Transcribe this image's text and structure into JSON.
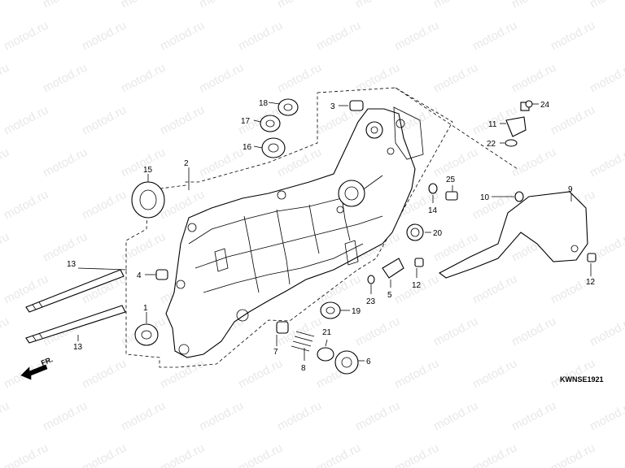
{
  "watermark": "motod.ru",
  "diagram_code": "KWNSE1921",
  "direction_label": "FR.",
  "callouts": [
    {
      "id": "c18",
      "label": "18"
    },
    {
      "id": "c17",
      "label": "17"
    },
    {
      "id": "c16",
      "label": "16"
    },
    {
      "id": "c3",
      "label": "3"
    },
    {
      "id": "c24",
      "label": "24"
    },
    {
      "id": "c11",
      "label": "11"
    },
    {
      "id": "c22",
      "label": "22"
    },
    {
      "id": "c2",
      "label": "2"
    },
    {
      "id": "c15",
      "label": "15"
    },
    {
      "id": "c25",
      "label": "25"
    },
    {
      "id": "c14",
      "label": "14"
    },
    {
      "id": "c10",
      "label": "10"
    },
    {
      "id": "c9",
      "label": "9"
    },
    {
      "id": "c20",
      "label": "20"
    },
    {
      "id": "c13a",
      "label": "13"
    },
    {
      "id": "c4",
      "label": "4"
    },
    {
      "id": "c12a",
      "label": "12"
    },
    {
      "id": "c5",
      "label": "5"
    },
    {
      "id": "c23",
      "label": "23"
    },
    {
      "id": "c12b",
      "label": "12"
    },
    {
      "id": "c1",
      "label": "1"
    },
    {
      "id": "c19",
      "label": "19"
    },
    {
      "id": "c21",
      "label": "21"
    },
    {
      "id": "c13b",
      "label": "13"
    },
    {
      "id": "c7",
      "label": "7"
    },
    {
      "id": "c8",
      "label": "8"
    },
    {
      "id": "c6",
      "label": "6"
    }
  ]
}
